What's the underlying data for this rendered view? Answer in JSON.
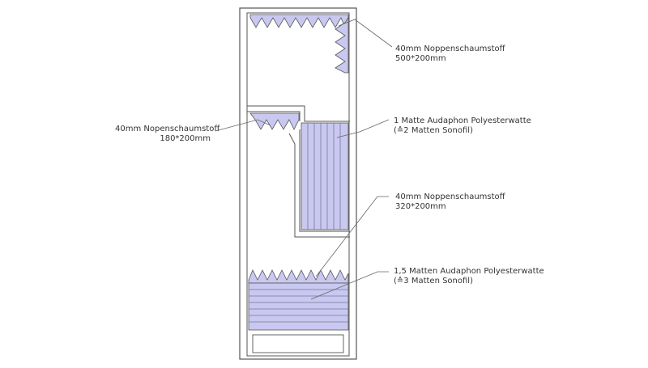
{
  "colors": {
    "line": "#555555",
    "fill": "#c8c8f0",
    "stripe": "#7a7a9a",
    "leader": "#666666",
    "text": "#333333"
  },
  "annotations": [
    {
      "id": "top",
      "line1": "40mm Noppenschaumstoff",
      "line2": "500*200mm"
    },
    {
      "id": "shelf",
      "line1": "40mm Nopenschaumstoff",
      "line2": "180*200mm"
    },
    {
      "id": "middle",
      "line1": "1 Matte Audaphon Polyesterwatte",
      "line2": "(≙2 Matten Sonofil)"
    },
    {
      "id": "bottom-foam",
      "line1": "40mm Noppenschaumstoff",
      "line2": "320*200mm"
    },
    {
      "id": "bottom-wool",
      "line1": "1,5 Matten Audaphon Polyesterwatte",
      "line2": "(≙3 Matten Sonofil)"
    }
  ]
}
